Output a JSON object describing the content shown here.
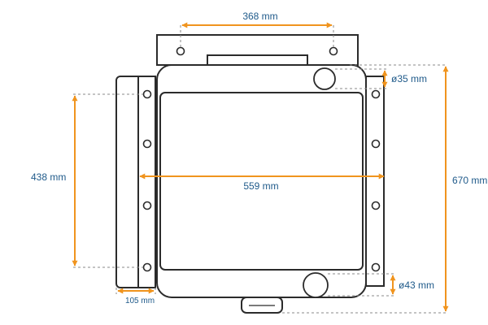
{
  "colors": {
    "outline": "#2b2b2b",
    "dimension_line": "#f0941e",
    "label": "#1f5a8a",
    "guide": "#8a8a8a"
  },
  "dimensions": {
    "bracket_hole_spacing": "368 mm",
    "top_port_diameter": "ø35 mm",
    "hole_column_spacing": "438 mm",
    "core_width": "559 mm",
    "total_height": "670 mm",
    "bottom_port_diameter": "ø43 mm",
    "side_frame_width": "105 mm"
  }
}
